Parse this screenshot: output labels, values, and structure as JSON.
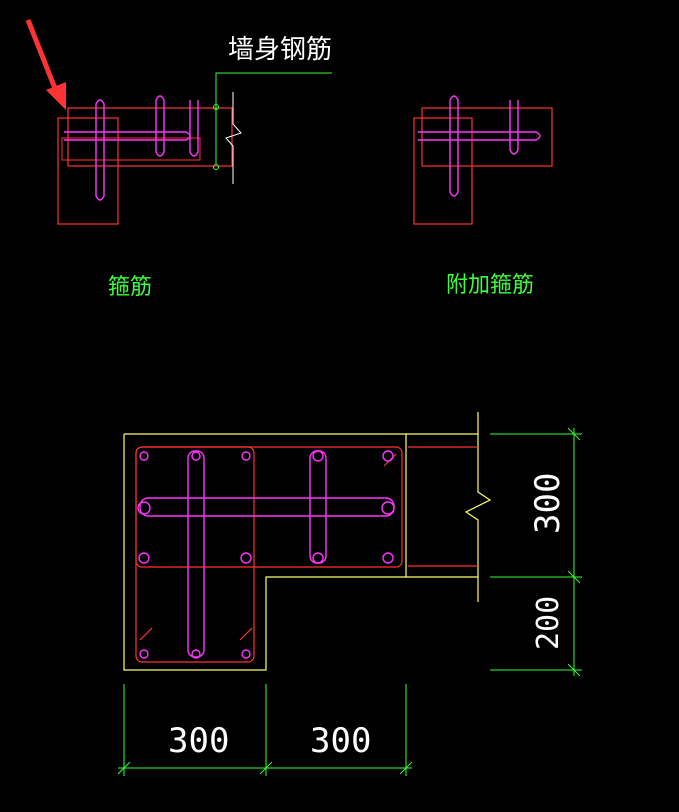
{
  "labels": {
    "wall_rebar": "墙身钢筋",
    "stirrup": "箍筋",
    "additional_stirrup": "附加箍筋"
  },
  "dimensions": {
    "bottom_left": "300",
    "bottom_right": "300",
    "right_top": "300",
    "right_bottom": "200"
  },
  "colors": {
    "background": "#000000",
    "concrete_outline": "#ffff66",
    "stirrup": "#ff3333",
    "rebar": "#ff33ff",
    "dimension": "#33ff33",
    "text": "#ffffff",
    "label": "#33ff33",
    "arrow": "#ff3333"
  }
}
